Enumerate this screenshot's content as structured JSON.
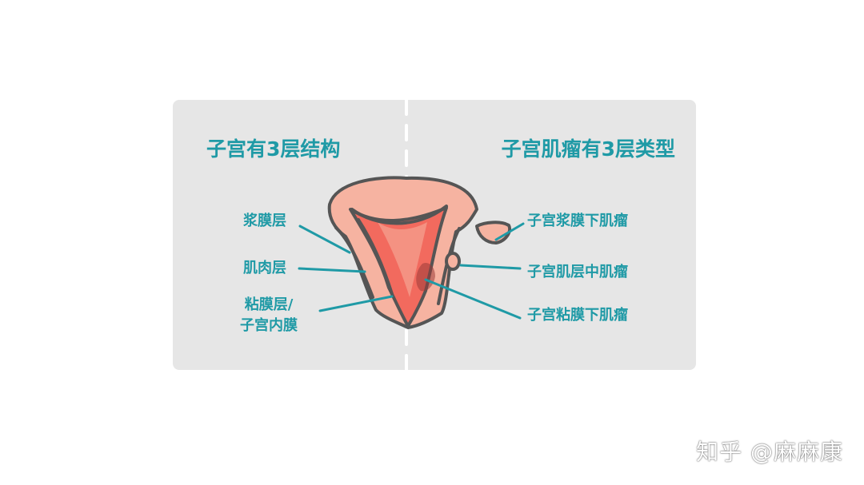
{
  "titles": {
    "left": "子宫有3层结构",
    "right": "子宫肌瘤有3层类型"
  },
  "left_labels": {
    "serosa": "浆膜层",
    "myometrium": "肌肉层",
    "mucosa_line1": "粘膜层/",
    "mucosa_line2": "子宫内膜"
  },
  "right_labels": {
    "subserosal": "子宫浆膜下肌瘤",
    "intramural": "子宫肌层中肌瘤",
    "submucosal": "子宫粘膜下肌瘤"
  },
  "watermark": "知乎 @麻麻康",
  "colors": {
    "accent_text": "#1f9aa6",
    "panel_bg": "#e6e6e6",
    "outer_layer": "#f6b3a1",
    "middle_layer": "#f26a5e",
    "outline": "#555555"
  }
}
